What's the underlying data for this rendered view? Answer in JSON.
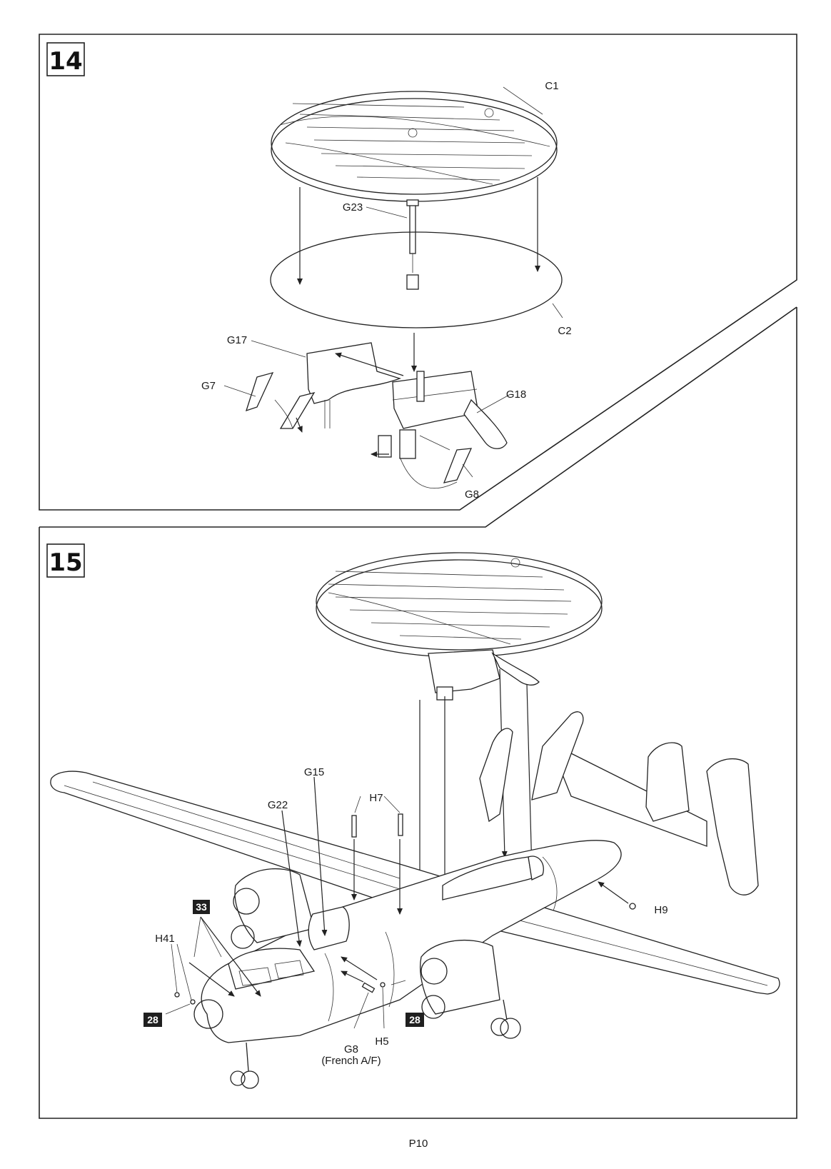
{
  "page": {
    "number": "P10"
  },
  "step14": {
    "number": "14",
    "labels": {
      "c1": "C1",
      "c2": "C2",
      "g23": "G23",
      "g17": "G17",
      "g7": "G7",
      "g18": "G18",
      "g8": "G8"
    }
  },
  "step15": {
    "number": "15",
    "labels": {
      "g15": "G15",
      "h7": "H7",
      "g22": "G22",
      "h9": "H9",
      "h41": "H41",
      "h5": "H5",
      "g8": "G8",
      "g8_note": "(French A/F)"
    },
    "badges": {
      "b33": "33",
      "b28_left": "28",
      "b28_right": "28"
    }
  }
}
